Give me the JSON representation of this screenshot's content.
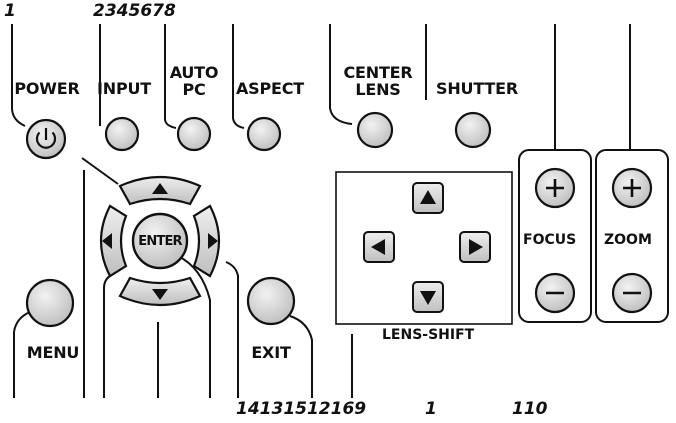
{
  "callouts": {
    "top_left": "1",
    "top_group": "2345678",
    "bottom_group": "14131512169",
    "bottom_mid": "1",
    "bottom_right": "110"
  },
  "buttons": {
    "power": "POWER",
    "input": "INPUT",
    "auto_pc": "AUTO\nPC",
    "aspect": "ASPECT",
    "center_lens": "CENTER\nLENS",
    "shutter": "SHUTTER",
    "enter": "ENTER",
    "menu": "MENU",
    "exit": "EXIT"
  },
  "groups": {
    "focus": "FOCUS",
    "zoom": "ZOOM",
    "lens_shift": "LENS-SHIFT"
  },
  "icons": {
    "power": "power-symbol-icon",
    "plus": "plus-icon",
    "minus": "minus-icon",
    "arrows": [
      "arrow-up-icon",
      "arrow-down-icon",
      "arrow-left-icon",
      "arrow-right-icon"
    ]
  },
  "colors": {
    "button_fill": "#d9d9d9",
    "outline": "#1a1a1a",
    "background": "#ffffff"
  }
}
